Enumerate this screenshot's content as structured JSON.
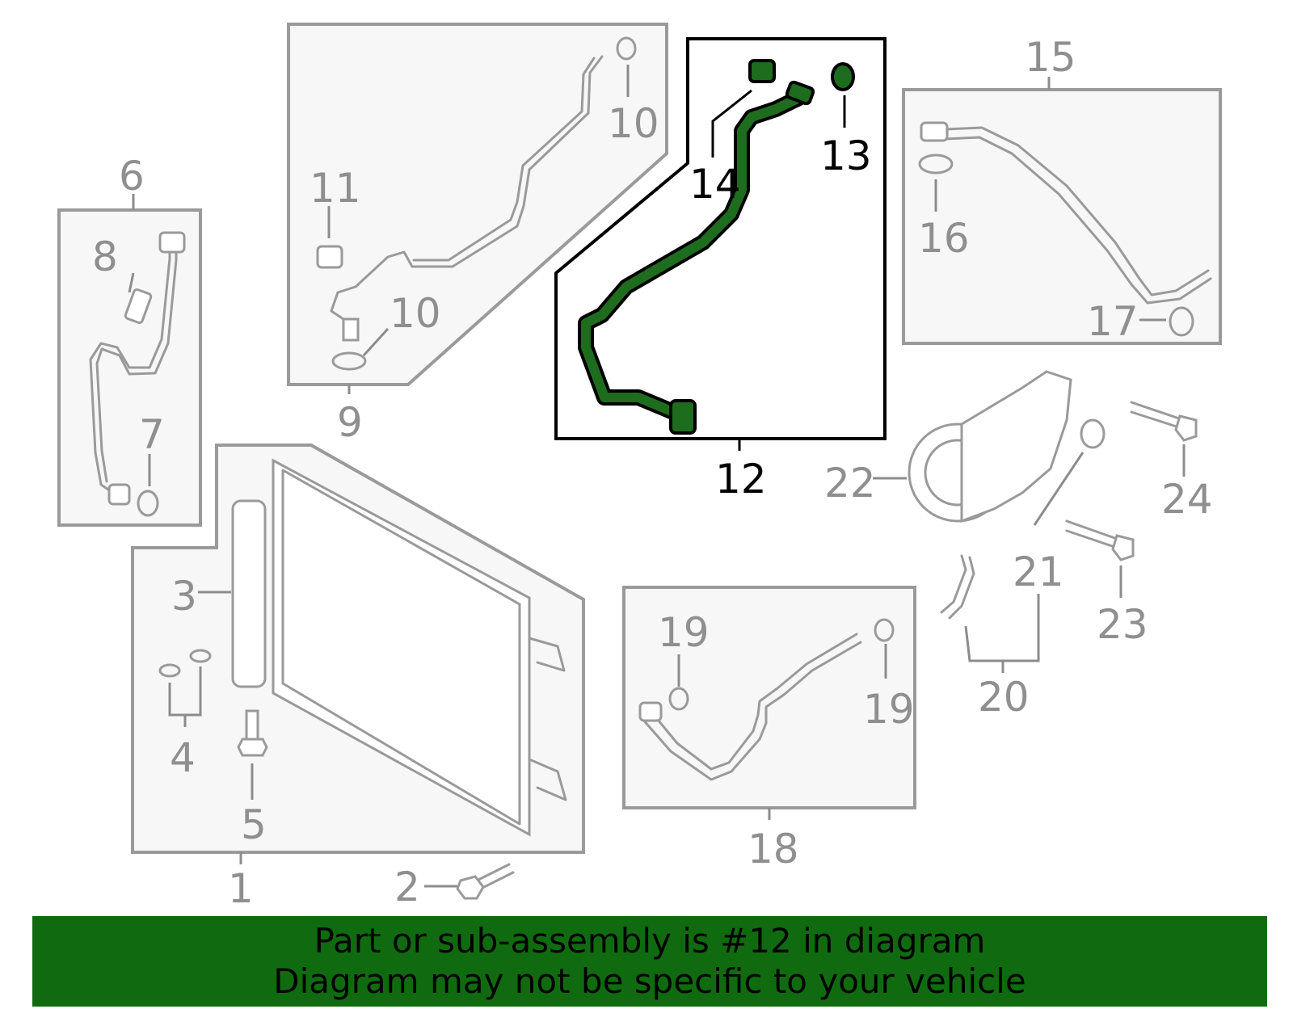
{
  "highlight_color": "#1e6d1e",
  "footer_color": "#106b10",
  "callouts": {
    "c1": "1",
    "c2": "2",
    "c3": "3",
    "c4": "4",
    "c5": "5",
    "c6": "6",
    "c7": "7",
    "c8": "8",
    "c9": "9",
    "c10a": "10",
    "c10b": "10",
    "c11": "11",
    "c12": "12",
    "c13": "13",
    "c14": "14",
    "c15": "15",
    "c16": "16",
    "c17": "17",
    "c18": "18",
    "c19a": "19",
    "c19b": "19",
    "c20": "20",
    "c21": "21",
    "c22": "22",
    "c23": "23",
    "c24": "24"
  },
  "footer": {
    "line1": "Part or sub-assembly is #12 in diagram",
    "line2": "Diagram may not be specific to your vehicle"
  }
}
